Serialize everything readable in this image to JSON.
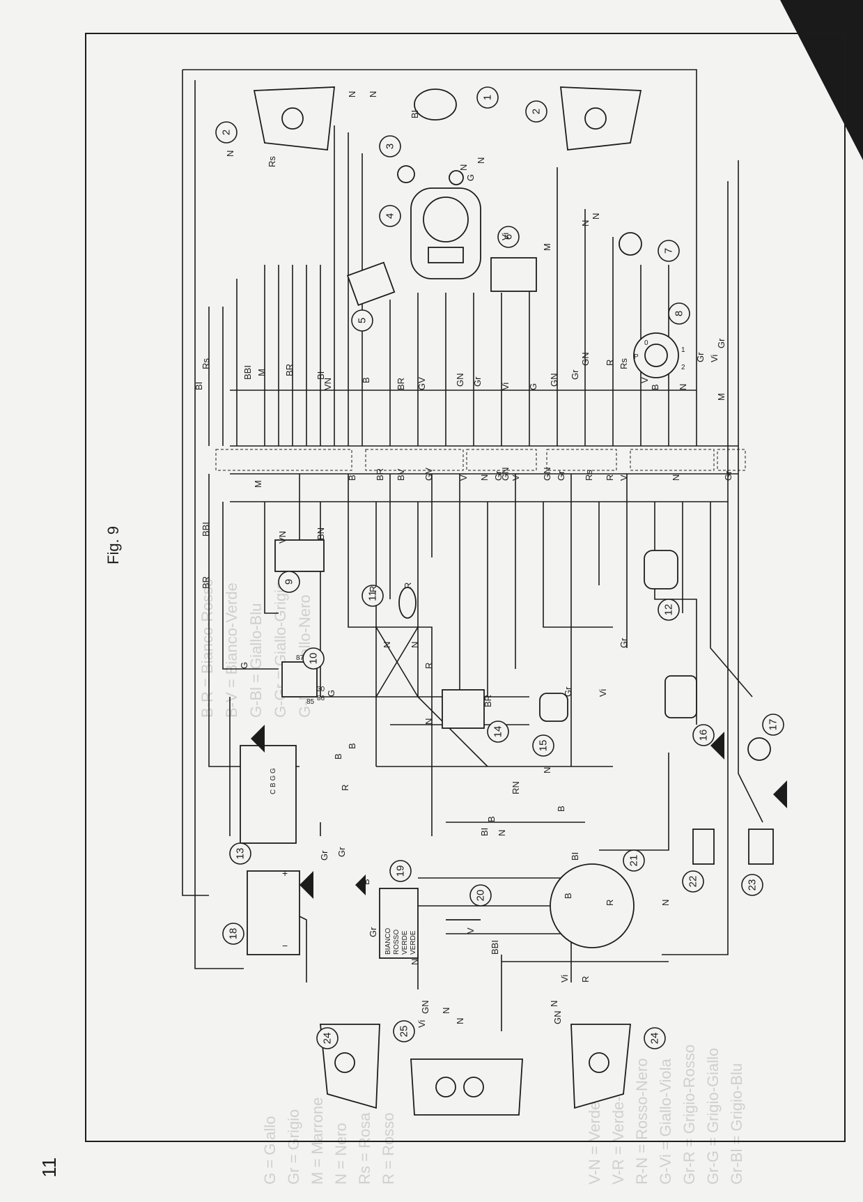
{
  "figure": {
    "caption": "Fig. 9",
    "page_number": "11"
  },
  "components": [
    {
      "id": "1",
      "label": "1"
    },
    {
      "id": "2a",
      "label": "2"
    },
    {
      "id": "2b",
      "label": "2"
    },
    {
      "id": "3",
      "label": "3"
    },
    {
      "id": "4",
      "label": "4"
    },
    {
      "id": "5",
      "label": "5"
    },
    {
      "id": "6",
      "label": "6"
    },
    {
      "id": "7",
      "label": "7"
    },
    {
      "id": "8",
      "label": "8"
    },
    {
      "id": "9",
      "label": "9"
    },
    {
      "id": "10",
      "label": "10"
    },
    {
      "id": "11",
      "label": "11"
    },
    {
      "id": "12",
      "label": "12"
    },
    {
      "id": "13",
      "label": "13"
    },
    {
      "id": "14",
      "label": "14"
    },
    {
      "id": "15",
      "label": "15"
    },
    {
      "id": "16",
      "label": "16"
    },
    {
      "id": "17",
      "label": "17"
    },
    {
      "id": "18",
      "label": "18"
    },
    {
      "id": "19",
      "label": "19"
    },
    {
      "id": "20",
      "label": "20"
    },
    {
      "id": "21",
      "label": "21"
    },
    {
      "id": "22",
      "label": "22"
    },
    {
      "id": "23",
      "label": "23"
    },
    {
      "id": "24a",
      "label": "24"
    },
    {
      "id": "24b",
      "label": "24"
    },
    {
      "id": "25",
      "label": "25"
    }
  ],
  "wire_labels": [
    "N",
    "N",
    "BI",
    "Rs",
    "N",
    "N",
    "N",
    "G",
    "Vi",
    "M",
    "N",
    "N",
    "Gr",
    "Vi",
    "M",
    "Rs",
    "BI",
    "BBI",
    "M",
    "BR",
    "BI",
    "VN",
    "B",
    "BR",
    "GV",
    "GN",
    "Gr",
    "Vi",
    "G",
    "GN",
    "Gr",
    "GN",
    "R",
    "Rs",
    "V",
    "B",
    "N",
    "Gr",
    "B",
    "BR",
    "BV",
    "GV",
    "Vi",
    "N",
    "Gr",
    "GN",
    "Vi",
    "GN",
    "Gr",
    "Rs",
    "R",
    "V",
    "N",
    "Gr",
    "BN",
    "M",
    "BBI",
    "VN",
    "BR",
    "R",
    "R",
    "N",
    "G",
    "G",
    "N",
    "R",
    "BR",
    "Gr",
    "Vi",
    "Gr",
    "N",
    "B",
    "R",
    "B",
    "Gr",
    "Gr",
    "B",
    "N",
    "RN",
    "B",
    "B",
    "BI",
    "N",
    "BI",
    "B",
    "R",
    "V",
    "BBI",
    "N",
    "GN",
    "N",
    "Vi",
    "N",
    "N",
    "GN",
    "N",
    "Vi",
    "R",
    "Gr"
  ],
  "regulator_labels": {
    "blocks": "C B G G"
  },
  "battery": {
    "plus": "+",
    "minus": "−"
  },
  "relay_pins": [
    "87",
    "30",
    "86",
    "85"
  ],
  "ignition_marks": [
    "0",
    "1",
    "2",
    "P"
  ],
  "switch_19_text": [
    "BIANCO",
    "ROSSO",
    "VERDE",
    "VERDE"
  ],
  "legend_left": [
    "G    = Giallo",
    "Gr   = Grigio",
    "M    = Marrone",
    "N    = Nero",
    "Rs   = Rosa",
    "R    = Rosso"
  ],
  "legend_mid": [
    "B-R  = Bianco-Rosso",
    "B-V  = Bianco-Verde",
    "G-Bl = Giallo-Blu",
    "G-Gr = Giallo-Grigio",
    "G-N  = Giallo-Nero"
  ],
  "legend_right": [
    "Gr-Bl = Grigio-Blu",
    "Gr-G  = Grigio-Giallo",
    "Gr-R  = Grigio-Rosso",
    "G-Vi  = Giallo-Viola",
    "R-N   = Rosso-Nero",
    "V-R   = Verde-Rosso",
    "V-N   = Verde-Nero"
  ],
  "colors": {
    "ink": "#1c1c1c",
    "paper": "#f3f3f1",
    "ghost": "#c9c9c9"
  }
}
